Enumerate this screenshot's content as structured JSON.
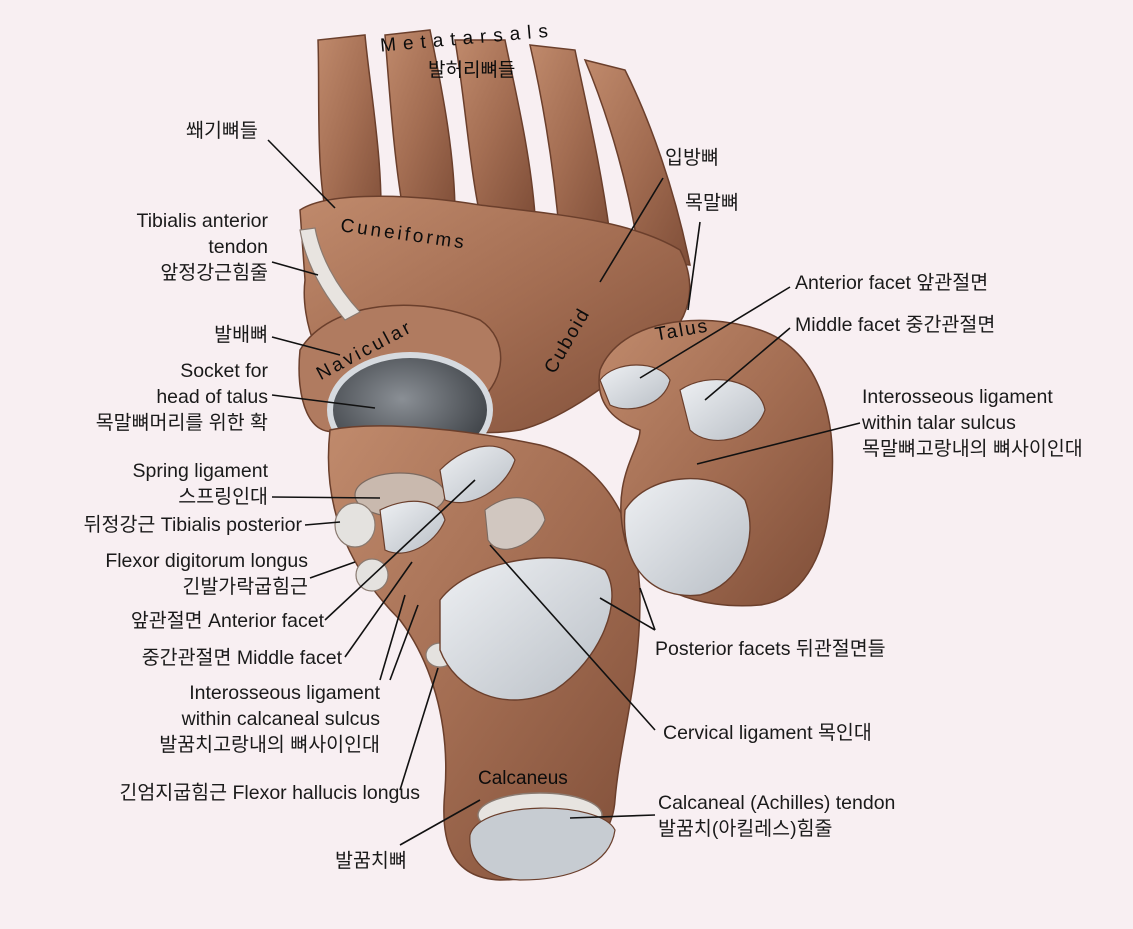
{
  "bone_labels": {
    "metatarsals_en": "Metatarsals",
    "metatarsals_ko": "발허리뼈들",
    "cuneiforms_en": "Cuneiforms",
    "navicular_en": "Navicular",
    "cuboid_en": "Cuboid",
    "talus_en": "Talus",
    "calcaneus_en": "Calcaneus"
  },
  "left_labels": {
    "cuneiforms_ko": "쐐기뼈들",
    "tibialis_anterior": [
      "Tibialis anterior",
      "tendon",
      "앞정강근힘줄"
    ],
    "navicular_ko": "발배뼈",
    "socket": [
      "Socket for",
      "head of talus",
      "목말뼈머리를 위한 확"
    ],
    "spring_ligament": [
      "Spring ligament",
      "스프링인대"
    ],
    "tibialis_posterior": "뒤정강근 Tibialis posterior",
    "flexor_digitorum": [
      "Flexor digitorum longus",
      "긴발가락굽힘근"
    ],
    "anterior_facet": "앞관절면 Anterior facet",
    "middle_facet": "중간관절면 Middle facet",
    "interosseous_calcaneal": [
      "Interosseous ligament",
      "within calcaneal sulcus",
      "발꿈치고랑내의 뼈사이인대"
    ],
    "flexor_hallucis": "긴엄지굽힘근 Flexor hallucis longus",
    "calcaneus_ko": "발꿈치뼈"
  },
  "right_labels": {
    "cuboid_ko": "입방뼈",
    "talus_ko": "목말뼈",
    "anterior_facet": "Anterior facet 앞관절면",
    "middle_facet": "Middle facet 중간관절면",
    "interosseous_talar": [
      "Interosseous ligament",
      "within talar sulcus",
      "목말뼈고랑내의 뼈사이인대"
    ],
    "posterior_facets": "Posterior facets 뒤관절면들",
    "cervical_ligament": "Cervical ligament 목인대",
    "achilles": [
      "Calcaneal (Achilles) tendon",
      "발꿈치(아킬레스)힘줄"
    ]
  },
  "colors": {
    "background": "#f8eff2",
    "bone": "#a8745a",
    "bone_dark": "#7a4a35",
    "cartilage": "#d9dde2",
    "ink": "#1a1a1a"
  }
}
